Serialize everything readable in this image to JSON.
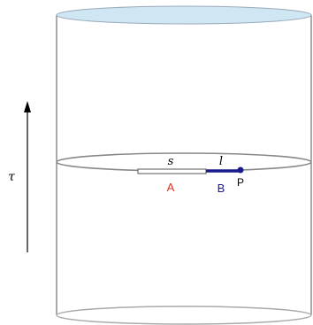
{
  "time_axis": {
    "label": "τ"
  },
  "segments": {
    "s": {
      "symbol": "s",
      "region": "A"
    },
    "l": {
      "symbol": "l",
      "region": "B"
    }
  },
  "point": {
    "label": "P"
  },
  "colors": {
    "cap_top_fill": "#cfe6f3",
    "outline": "#555555",
    "slice": "#888888",
    "region_A_label": "#e03020",
    "region_B": "#1a1a8c"
  }
}
